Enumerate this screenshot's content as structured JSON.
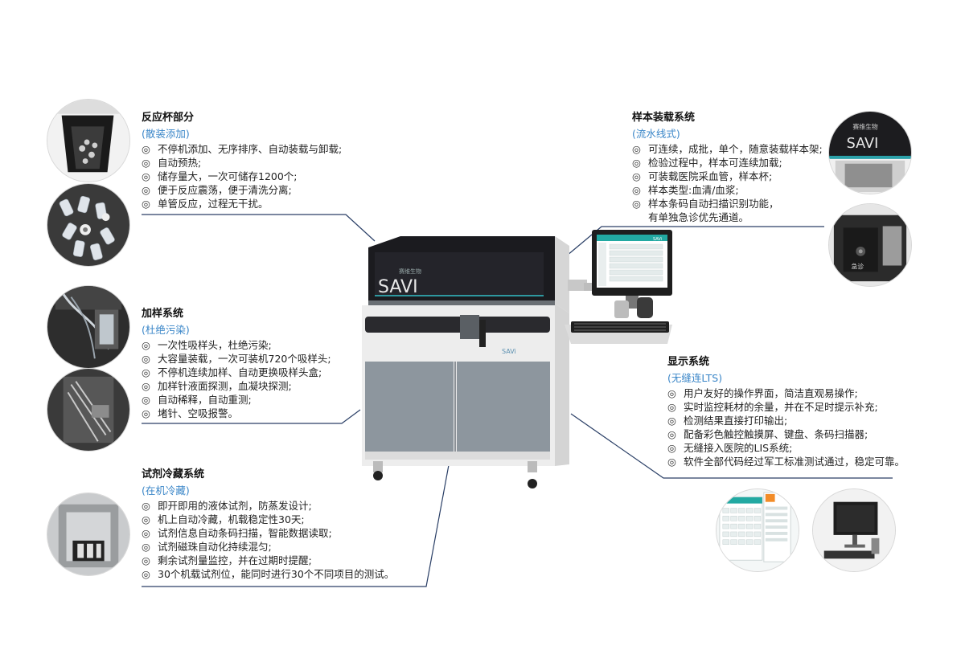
{
  "sections": {
    "cuvette": {
      "title": "反应杯部分",
      "subtitle": "(散装添加)",
      "items": [
        "不停机添加、无序排序、自动装载与卸载;",
        "自动预热;",
        "储存量大，一次可储存1200个;",
        "便于反应震荡，便于清洗分离;",
        "单管反应，过程无干扰。"
      ]
    },
    "sampling": {
      "title": "加样系统",
      "subtitle": "(杜绝污染)",
      "items": [
        "一次性吸样头，杜绝污染;",
        "大容量装载，一次可装机720个吸样头;",
        "不停机连续加样、自动更换吸样头盒;",
        "加样针液面探测，血凝块探测;",
        "自动稀释，自动重测;",
        "堵针、空吸报警。"
      ]
    },
    "reagent": {
      "title": "试剂冷藏系统",
      "subtitle": "(在机冷藏)",
      "items": [
        "即开即用的液体试剂，防蒸发设计;",
        "机上自动冷藏，机载稳定性30天;",
        "试剂信息自动条码扫描，智能数据读取;",
        "试剂磁珠自动化持续混匀;",
        "剩余试剂量监控，并在过期时提醒;",
        "30个机载试剂位，能同时进行30个不同项目的测试。"
      ]
    },
    "loading": {
      "title": "样本装载系统",
      "subtitle": "(流水线式)",
      "items": [
        "可连续，成批，单个，随意装载样本架;",
        "检验过程中，样本可连续加载;",
        "可装载医院采血管，样本杯;",
        "样本类型:血清/血浆;",
        "样本条码自动扫描识别功能，"
      ],
      "item_continuation": "有单独急诊优先通道。"
    },
    "display": {
      "title": "显示系统",
      "subtitle": "(无缝连LTS)",
      "items": [
        "用户友好的操作界面，简洁直观易操作;",
        "实时监控耗材的余量，并在不足时提示补充;",
        "检测结果直接打印输出;",
        "配备彩色触控触摸屏、键盘、条码扫描器;",
        "无缝接入医院的LIS系统;",
        "软件全部代码经过军工标准测试通过，稳定可靠。"
      ]
    }
  },
  "bullet_symbol": "◎",
  "machine": {
    "brand_cn": "赛维生物",
    "brand_en": "SAVI",
    "front_label": "SAVi",
    "screen_label": "SAVi",
    "urgent_label": "急诊"
  },
  "colors": {
    "accent_blue": "#3a86c8",
    "line_navy": "#2a3f66",
    "machine_panel": "#8d969e",
    "machine_body": "#ededed",
    "hood_dark": "#1b1b1f"
  }
}
